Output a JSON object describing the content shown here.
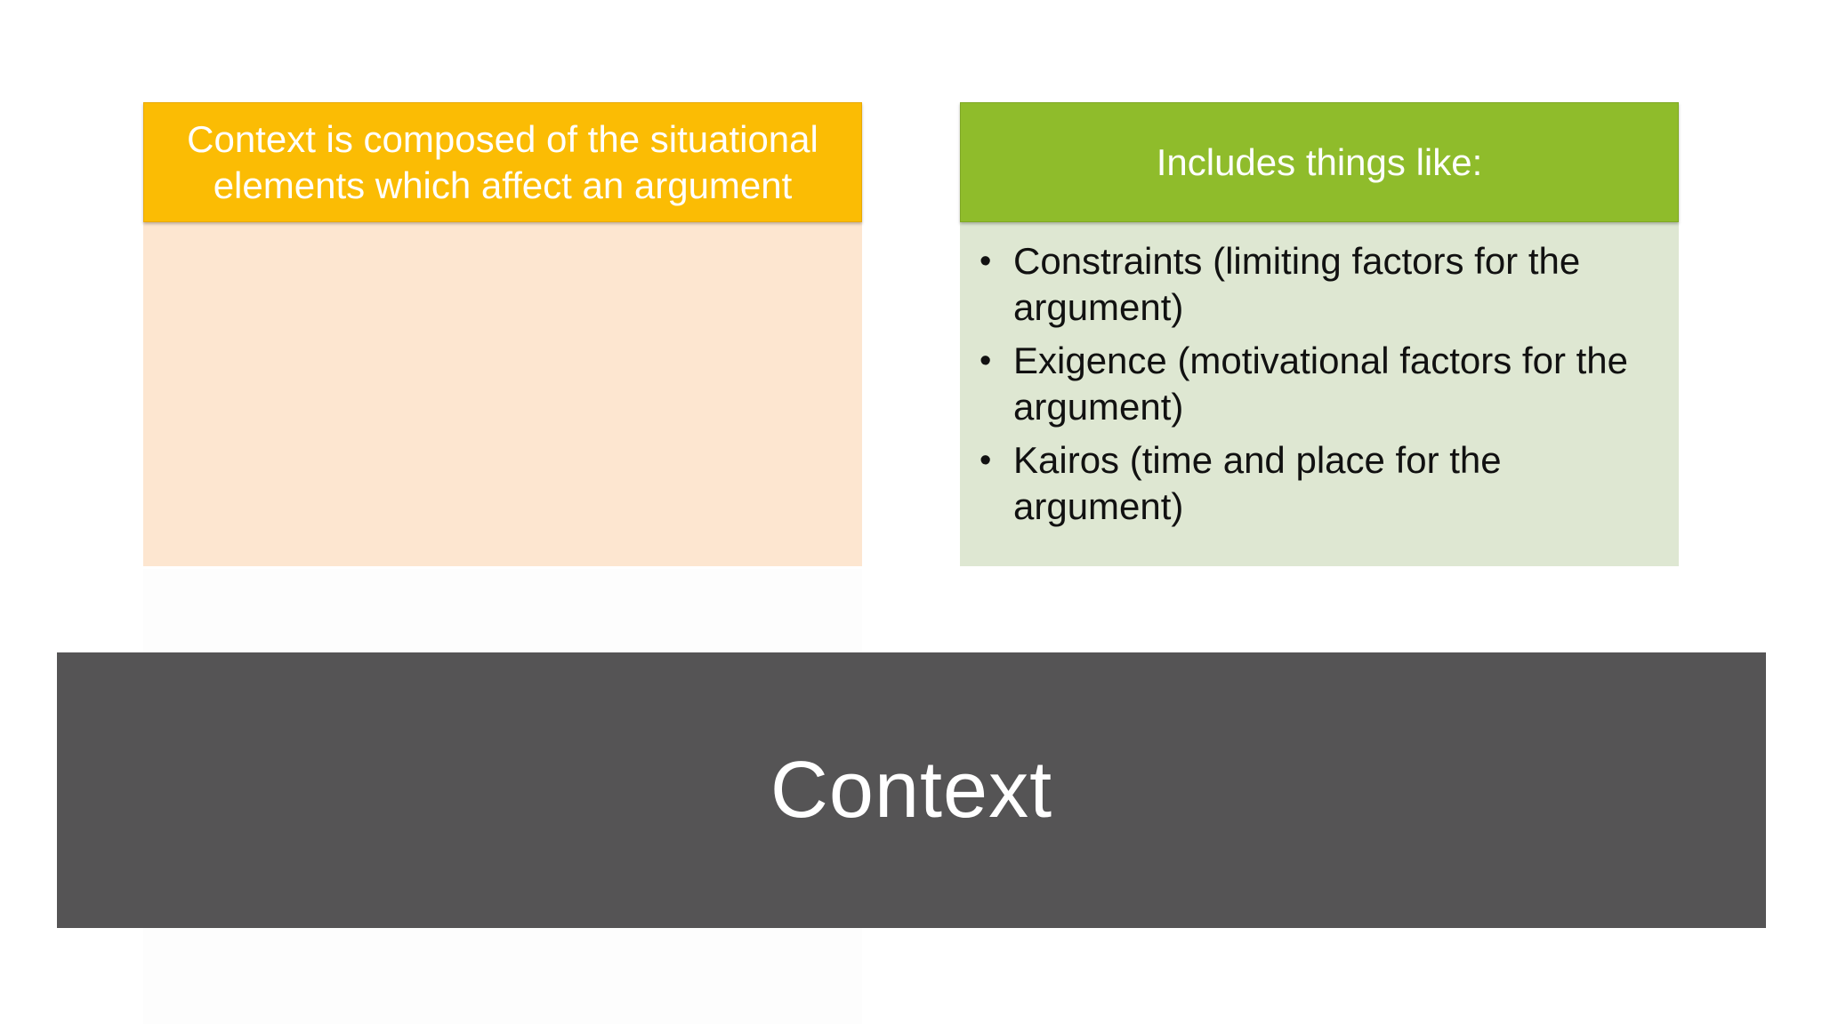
{
  "slide": {
    "title": "Context",
    "left_panel": {
      "header": "Context is composed of the situational elements which affect an argument"
    },
    "right_panel": {
      "header": "Includes things like:",
      "bullets": [
        "Constraints (limiting factors for the argument)",
        "Exigence (motivational factors for the argument)",
        "Kairos (time and place for the argument)"
      ]
    },
    "bullet_icon": "bullet-dot",
    "colors": {
      "left_header": "#fbbc04",
      "left_body": "#fde6d0",
      "right_header": "#8fbc2b",
      "right_body": "#dee7d2",
      "title_band": "#555455"
    }
  }
}
